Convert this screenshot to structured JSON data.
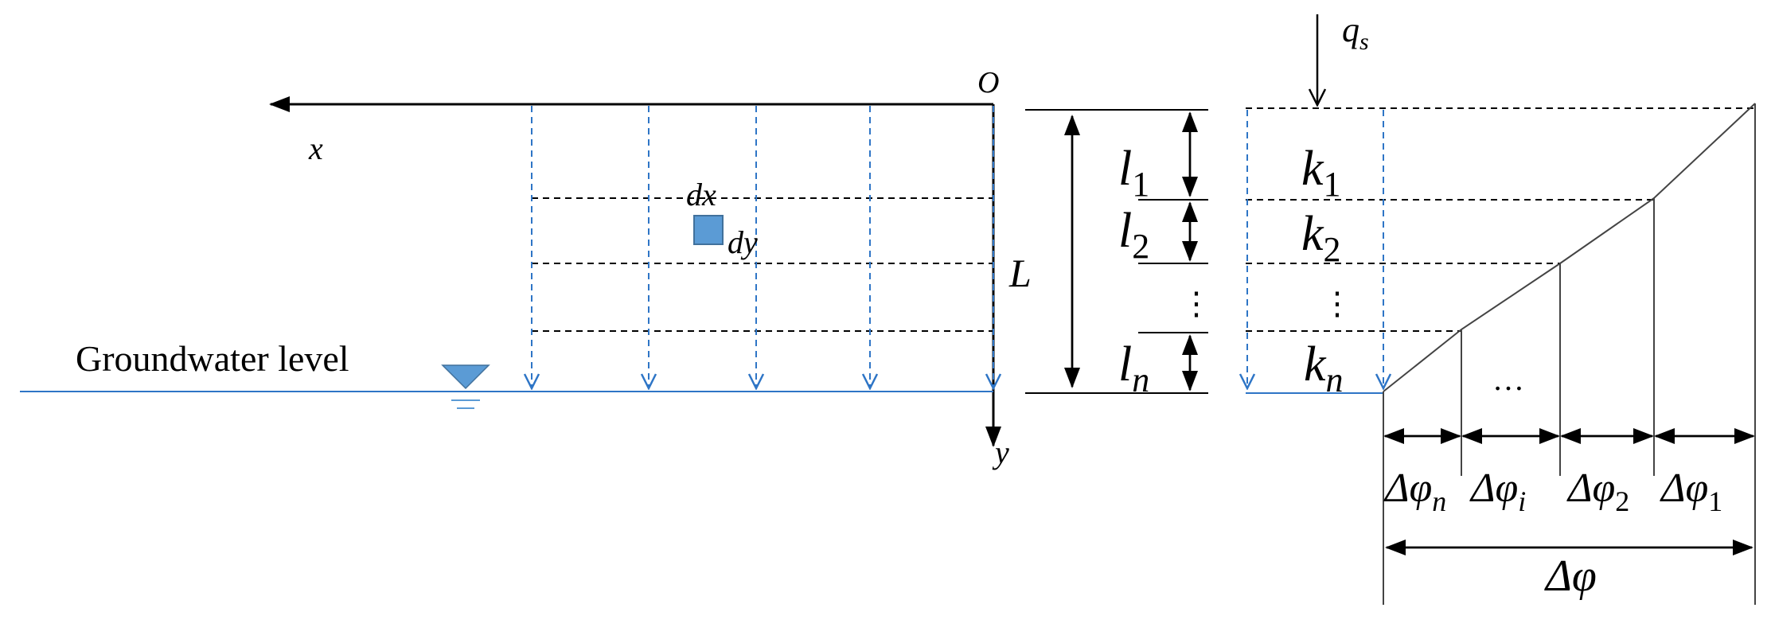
{
  "labels": {
    "origin": "O",
    "x_axis": "x",
    "y_axis": "y",
    "dx": "dx",
    "dy": "dy",
    "L": "L",
    "groundwater": "Groundwater level",
    "qs_main": "q",
    "qs_sub": "s",
    "layers": [
      {
        "l_main": "l",
        "l_sub": "1",
        "k_main": "k",
        "k_sub": "1"
      },
      {
        "l_main": "l",
        "l_sub": "2",
        "k_main": "k",
        "k_sub": "2"
      },
      {
        "l_main": "l",
        "l_sub": "n",
        "k_main": "k",
        "k_sub": "n"
      }
    ],
    "vdots": "⋮",
    "hdots": "…",
    "dphi": [
      {
        "main": "Δφ",
        "sub": "n"
      },
      {
        "main": "Δφ",
        "sub": "i"
      },
      {
        "main": "Δφ",
        "sub": "2"
      },
      {
        "main": "Δφ",
        "sub": "1"
      }
    ],
    "dphi_total": "Δφ"
  },
  "colors": {
    "blue": "#2E75C6",
    "black": "#000000",
    "element": "#5B9BD5",
    "gray": "#444444"
  }
}
